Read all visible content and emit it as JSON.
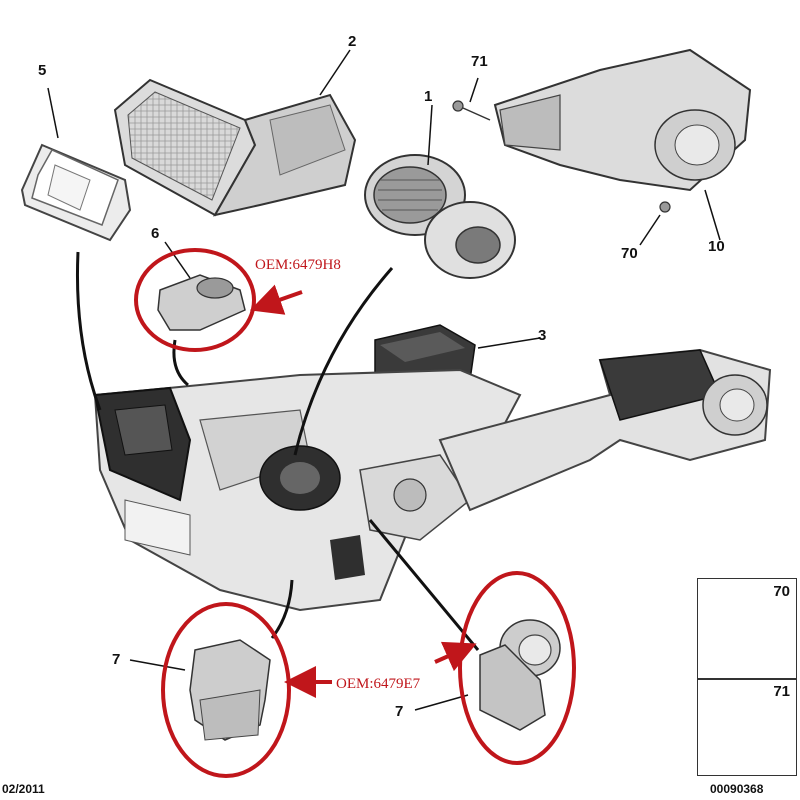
{
  "colors": {
    "highlight": "#c0161b",
    "part_fill": "#e3e3e3",
    "part_dark": "#2f2f2f",
    "outline": "#444444"
  },
  "callouts": {
    "c1": "1",
    "c2": "2",
    "c3": "3",
    "c5": "5",
    "c6": "6",
    "c7_left": "7",
    "c7_right": "7",
    "c10": "10",
    "c70": "70",
    "c71": "71"
  },
  "annotations": {
    "oem_top": "OEM:6479H8",
    "oem_bottom": "OEM:6479E7"
  },
  "inset": {
    "top_label": "70",
    "bottom_label": "71"
  },
  "footer": {
    "date": "02/2011",
    "ref": "00090368"
  }
}
